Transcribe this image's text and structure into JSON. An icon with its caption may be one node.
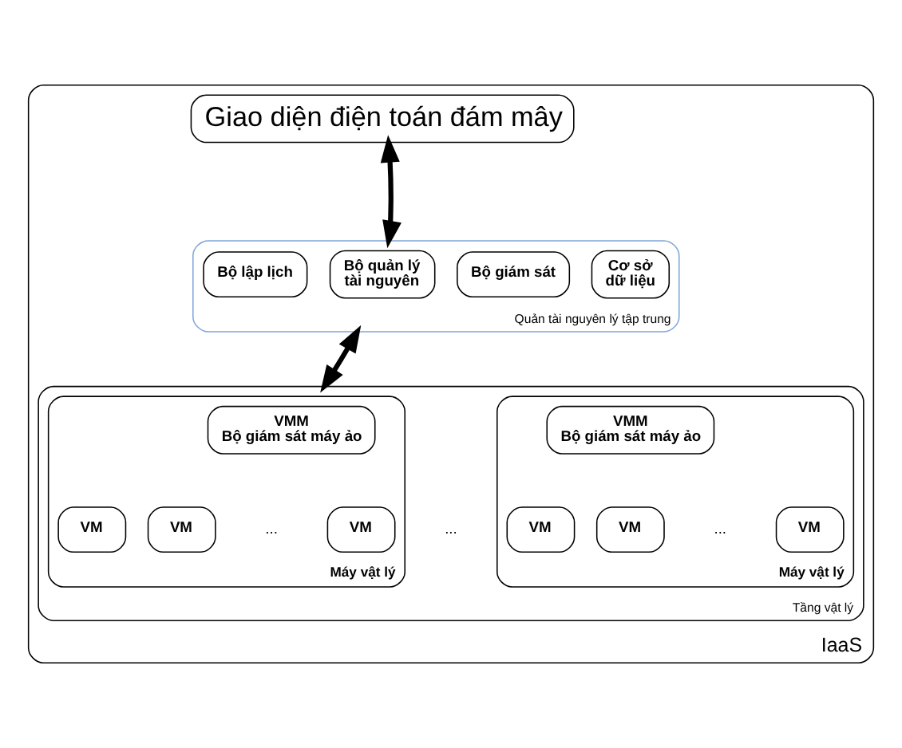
{
  "diagram": {
    "nodes": [
      {
        "text": [
          "IaaS"
        ]
      },
      {
        "text": [
          "Giao diện điện toán đám mây"
        ],
        "in": 0
      },
      {
        "text": [
          "Quản tài nguyên lý tập trung"
        ],
        "in": 0
      },
      {
        "text": [
          "Bộ lập lịch"
        ],
        "in": 2
      },
      {
        "text": [
          "Bộ quản lý tài nguyên"
        ],
        "in": 2
      },
      {
        "text": [
          "Bộ giám sát"
        ],
        "in": 2
      },
      {
        "text": [
          "Cơ sở dữ liệu"
        ],
        "in": 2
      },
      {
        "text": [
          "Tầng vật lý"
        ],
        "in": 0
      },
      {
        "text": [
          "Máy vật lý"
        ],
        "in": 7
      },
      {
        "text": [
          "VMM",
          "Bộ giám sát máy ảo"
        ],
        "in": 8
      },
      {
        "text": [
          "VM"
        ],
        "in": 8
      },
      {
        "text": [
          "VM"
        ],
        "in": 8
      },
      {
        "text": [
          "VM"
        ],
        "in": 8
      },
      {
        "text": [
          "Máy vật lý"
        ],
        "in": 7
      },
      {
        "text": [
          "VMM",
          "Bộ giám sát máy ảo"
        ],
        "in": 13
      },
      {
        "text": [
          "VM"
        ],
        "in": 13
      },
      {
        "text": [
          "VM"
        ],
        "in": 13
      },
      {
        "text": [
          "VM"
        ],
        "in": 13
      }
    ],
    "edges": [
      {
        "from": 1,
        "to": 2,
        "arrow": "both"
      },
      {
        "from": 2,
        "to": 7,
        "arrow": "both"
      }
    ],
    "labels": [
      "...",
      "...",
      "..."
    ]
  }
}
